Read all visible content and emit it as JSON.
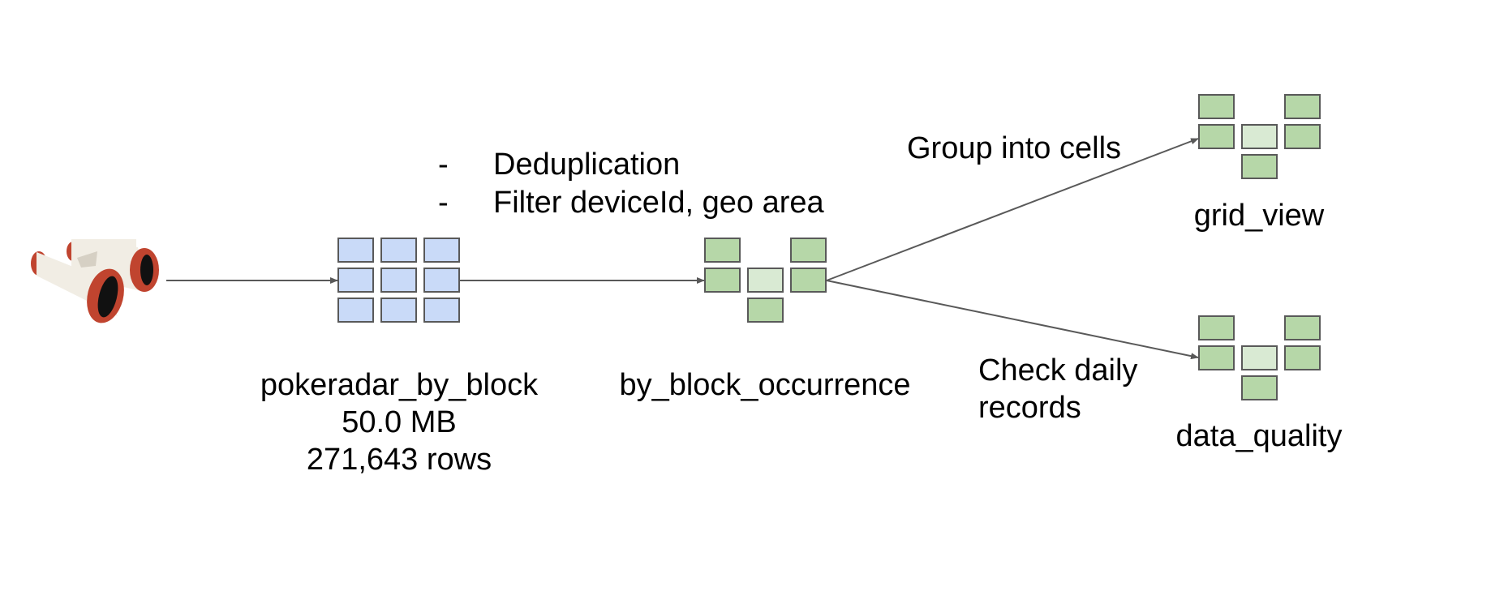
{
  "colors": {
    "blue_cell": "#c9daf8",
    "green_cell": "#b6d7a8",
    "light_green_cell": "#d9ead3",
    "cell_border": "#595959",
    "arrow": "#595959",
    "binocular_body": "#f1ede4",
    "binocular_red": "#c0442f",
    "binocular_lens": "#111111"
  },
  "icons": {
    "source": "binoculars-icon",
    "raw_table": "blue-grid-table-icon",
    "derived_table": "green-cross-table-icon"
  },
  "nodes": {
    "raw": {
      "name": "pokeradar_by_block",
      "size": "50.0 MB",
      "rows": "271,643 rows"
    },
    "occurrence": {
      "name": "by_block_occurrence"
    },
    "grid": {
      "name": "grid_view"
    },
    "quality": {
      "name": "data_quality"
    }
  },
  "steps": {
    "marker": "-",
    "dedup": "Deduplication",
    "filter": "Filter deviceId, geo area"
  },
  "edges": {
    "grid_label": "Group into cells",
    "quality_label_line1": "Check daily",
    "quality_label_line2": "records"
  }
}
